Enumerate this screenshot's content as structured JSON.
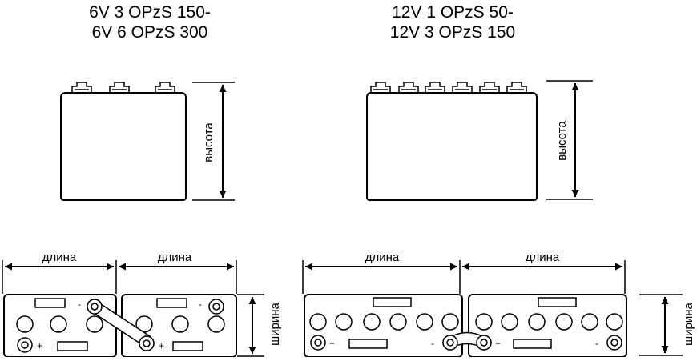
{
  "left": {
    "title_line1": "6V 3 OPzS 150-",
    "title_line2": "6V 6 OPzS 300"
  },
  "right": {
    "title_line1": "12V 1 OPzS 50-",
    "title_line2": "12V 3 OPzS 150"
  },
  "labels": {
    "height": "высота",
    "length": "длина",
    "width": "ширина",
    "plus": "+",
    "minus": "-"
  },
  "colors": {
    "stroke": "#000000",
    "background": "#ffffff"
  }
}
